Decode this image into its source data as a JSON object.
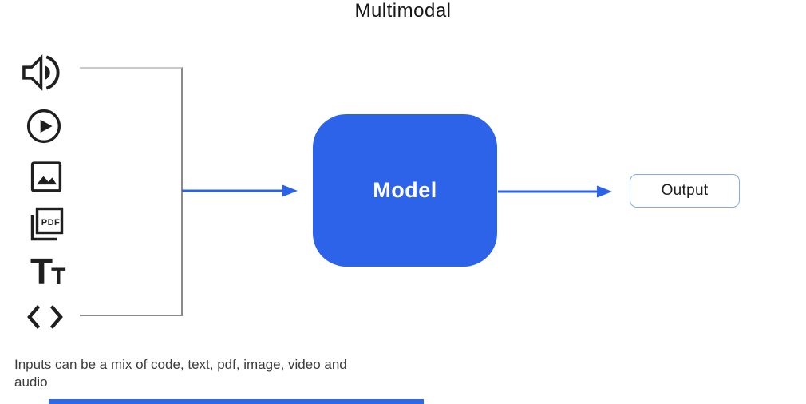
{
  "title": "Multimodal",
  "colors": {
    "accent_blue": "#2b63e8",
    "icon_dark": "#1f1f1f",
    "bracket_gray": "#8a8a8a",
    "output_border": "#86aae9"
  },
  "inputs": {
    "icons": [
      {
        "name": "audio-speaker-icon",
        "represents": "audio"
      },
      {
        "name": "video-play-icon",
        "represents": "video"
      },
      {
        "name": "image-icon",
        "represents": "image"
      },
      {
        "name": "pdf-icon",
        "represents": "pdf"
      },
      {
        "name": "text-icon",
        "represents": "text"
      },
      {
        "name": "code-icon",
        "represents": "code"
      }
    ],
    "pdf_label": "PDF",
    "text_icon_large": "T",
    "text_icon_small": "T"
  },
  "model": {
    "label": "Model"
  },
  "output": {
    "label": "Output"
  },
  "caption": {
    "line1": "Inputs can be a mix of code, text, pdf, image, video and",
    "line2": "audio"
  }
}
